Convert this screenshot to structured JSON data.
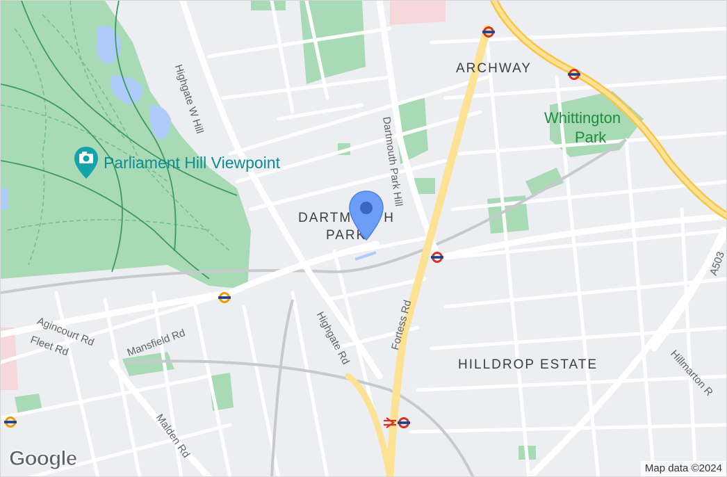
{
  "map": {
    "attribution": "Map data ©2024",
    "logo": "Google",
    "colors": {
      "park": "#a8dab5",
      "water": "#aecbfa",
      "road": "#ffffff",
      "major_road": "#fde293",
      "pin": "#4285f4",
      "tube": "#d93025"
    },
    "areas": {
      "archway": "ARCHWAY",
      "dartmouth_line1": "DARTMOUTH",
      "dartmouth_line2": "PARK",
      "hilldrop": "HILLDROP ESTATE"
    },
    "parks": {
      "whittington_line1": "Whittington",
      "whittington_line2": "Park"
    },
    "poi": {
      "parliament_hill": "Parliament Hill Viewpoint",
      "icon": "camera-icon"
    },
    "roads": {
      "highgate_w_hill": "Highgate W Hill",
      "dartmouth_park_hill": "Dartmouth Park Hill",
      "highgate_rd": "Highgate Rd",
      "fortess_rd": "Fortess Rd",
      "mansfield_rd": "Mansfield Rd",
      "agincourt_rd": "Agincourt Rd",
      "fleet_rd": "Fleet Rd",
      "malden_rd": "Malden Rd",
      "hillmarton_rd": "Hillmarton R",
      "a503": "A503"
    },
    "markers": {
      "location_pin": "location-pin-icon",
      "station": "underground-station-icon",
      "rail": "national-rail-icon"
    }
  }
}
